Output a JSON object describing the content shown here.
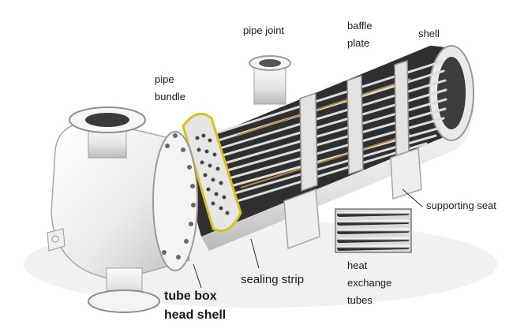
{
  "labels": {
    "pipe_joint": "pipe joint",
    "baffle_plate_line1": "baffle",
    "baffle_plate_line2": "plate",
    "shell": "shell",
    "pipe_bundle_line1": "pipe",
    "pipe_bundle_line2": "bundle",
    "supporting_seat": "supporting seat",
    "sealing_strip": "sealing strip",
    "heat_exchange_line1": "heat",
    "heat_exchange_line2": "exchange",
    "heat_exchange_line3": "tubes",
    "tube_box": "tube box",
    "head_shell": "head shell"
  },
  "colors": {
    "background": "#ffffff",
    "body_light": "#f2f2f2",
    "body_shadow": "#c9c9c9",
    "tube_dark": "#3a3a3a",
    "tube_light": "#e6e6e6",
    "gasket": "#d8c21a",
    "label_text": "#1a1a1a"
  }
}
